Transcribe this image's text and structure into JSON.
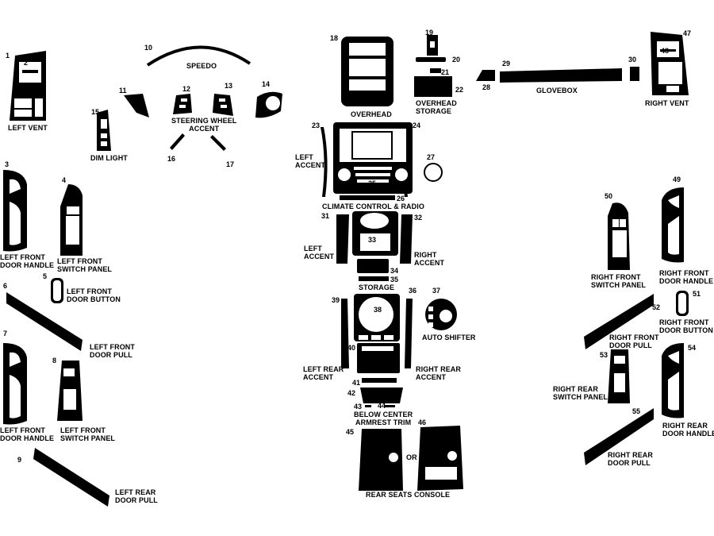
{
  "numbers": [
    "1",
    "2",
    "3",
    "4",
    "5",
    "6",
    "7",
    "8",
    "9",
    "10",
    "11",
    "12",
    "13",
    "14",
    "15",
    "16",
    "17",
    "18",
    "19",
    "20",
    "21",
    "22",
    "23",
    "24",
    "25",
    "26",
    "27",
    "28",
    "29",
    "30",
    "31",
    "32",
    "33",
    "34",
    "35",
    "36",
    "37",
    "38",
    "39",
    "40",
    "41",
    "42",
    "43",
    "44",
    "45",
    "46",
    "47",
    "48",
    "49",
    "50",
    "51",
    "52",
    "53",
    "54",
    "55"
  ],
  "labels": {
    "left_vent": "LEFT VENT",
    "speedo": "SPEEDO",
    "steering_wheel_accent": "STEERING WHEEL\nACCENT",
    "dim_light": "DIM LIGHT",
    "overhead": "OVERHEAD",
    "overhead_storage": "OVERHEAD\nSTORAGE",
    "glovebox": "GLOVEBOX",
    "right_vent": "RIGHT VENT",
    "left_accent_upper": "LEFT\nACCENT",
    "climate_control_radio": "CLIMATE CONTROL & RADIO",
    "left_front_door_handle_1": "LEFT FRONT\nDOOR HANDLE",
    "left_front_switch_panel_1": "LEFT FRONT\nSWITCH PANEL",
    "left_front_door_button": "LEFT FRONT\nDOOR BUTTON",
    "left_front_door_pull": "LEFT FRONT\nDOOR PULL",
    "left_front_door_handle_2": "LEFT FRONT\nDOOR HANDLE",
    "left_front_switch_panel_2": "LEFT FRONT\nSWITCH PANEL",
    "left_rear_door_pull": "LEFT REAR\nDOOR PULL",
    "left_accent_lower": "LEFT\nACCENT",
    "right_accent": "RIGHT\nACCENT",
    "storage": "STORAGE",
    "auto_shifter": "AUTO SHIFTER",
    "left_rear_accent": "LEFT REAR\nACCENT",
    "right_rear_accent": "RIGHT REAR\nACCENT",
    "below_center_armrest_trim": "BELOW CENTER\nARMREST TRIM",
    "or": "OR",
    "rear_seats_console": "REAR SEATS CONSOLE",
    "right_front_switch_panel": "RIGHT FRONT\nSWITCH PANEL",
    "right_front_door_handle": "RIGHT FRONT\nDOOR HANDLE",
    "right_front_door_pull": "RIGHT FRONT\nDOOR PULL",
    "right_front_door_button": "RIGHT FRONT\nDOOR BUTTON",
    "right_rear_switch_panel": "RIGHT REAR\nSWITCH PANEL",
    "right_rear_door_handle": "RIGHT REAR\nDOOR HANDLE",
    "right_rear_door_pull": "RIGHT REAR\nDOOR PULL"
  },
  "colors": {
    "part_fill": "#000000",
    "background": "#ffffff",
    "text": "#000000"
  }
}
